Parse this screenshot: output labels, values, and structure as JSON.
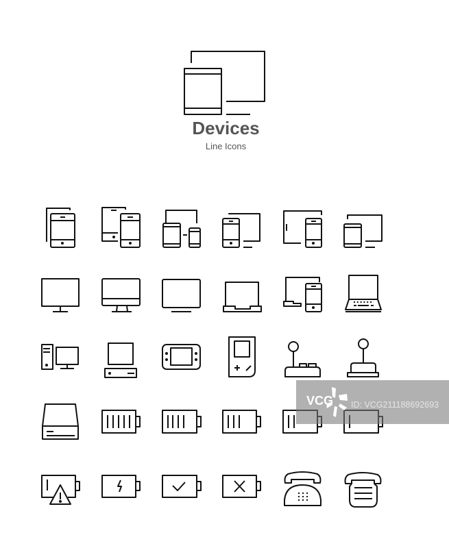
{
  "header": {
    "title": "Devices",
    "subtitle": "Line Icons"
  },
  "watermark": {
    "logo": "VCG",
    "id": "ID: VCG211188692693"
  },
  "colors": {
    "stroke": "#111111",
    "title": "#555555",
    "watermark_band": "#b0b0b0"
  }
}
